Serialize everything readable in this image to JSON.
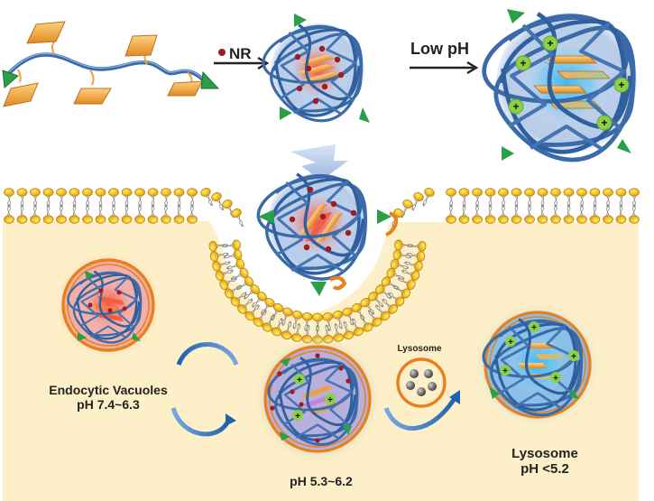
{
  "figure": {
    "type": "schematic",
    "subject": "pH-responsive polymer nanoparticle loaded with Nile Red, endocytosis and lysosomal release"
  },
  "top_row": {
    "step1_label": "NR",
    "step1_icon": "red-dot-icon",
    "step2_label": "Low pH"
  },
  "labels": {
    "endocytic_title": "Endocytic Vacuoles",
    "endocytic_ph": "pH 7.4~6.3",
    "middle_ph": "pH 5.3~6.2",
    "lysosome_small": "Lysosome",
    "lysosome_title": "Lysosome",
    "lysosome_ph": "pH <5.2"
  },
  "colors": {
    "polymer_blue": "#3a6aa8",
    "aromatic_orange": "#f0a040",
    "end_group_green": "#2aa046",
    "cargo_red": "#a01a20",
    "protonated_green": "#8cd048",
    "cytoplasm": "#fdf0c8",
    "lipid_head": "#f2c418",
    "vesicle_orange": "#e8801e",
    "halo_blue": "#b8cde8"
  }
}
